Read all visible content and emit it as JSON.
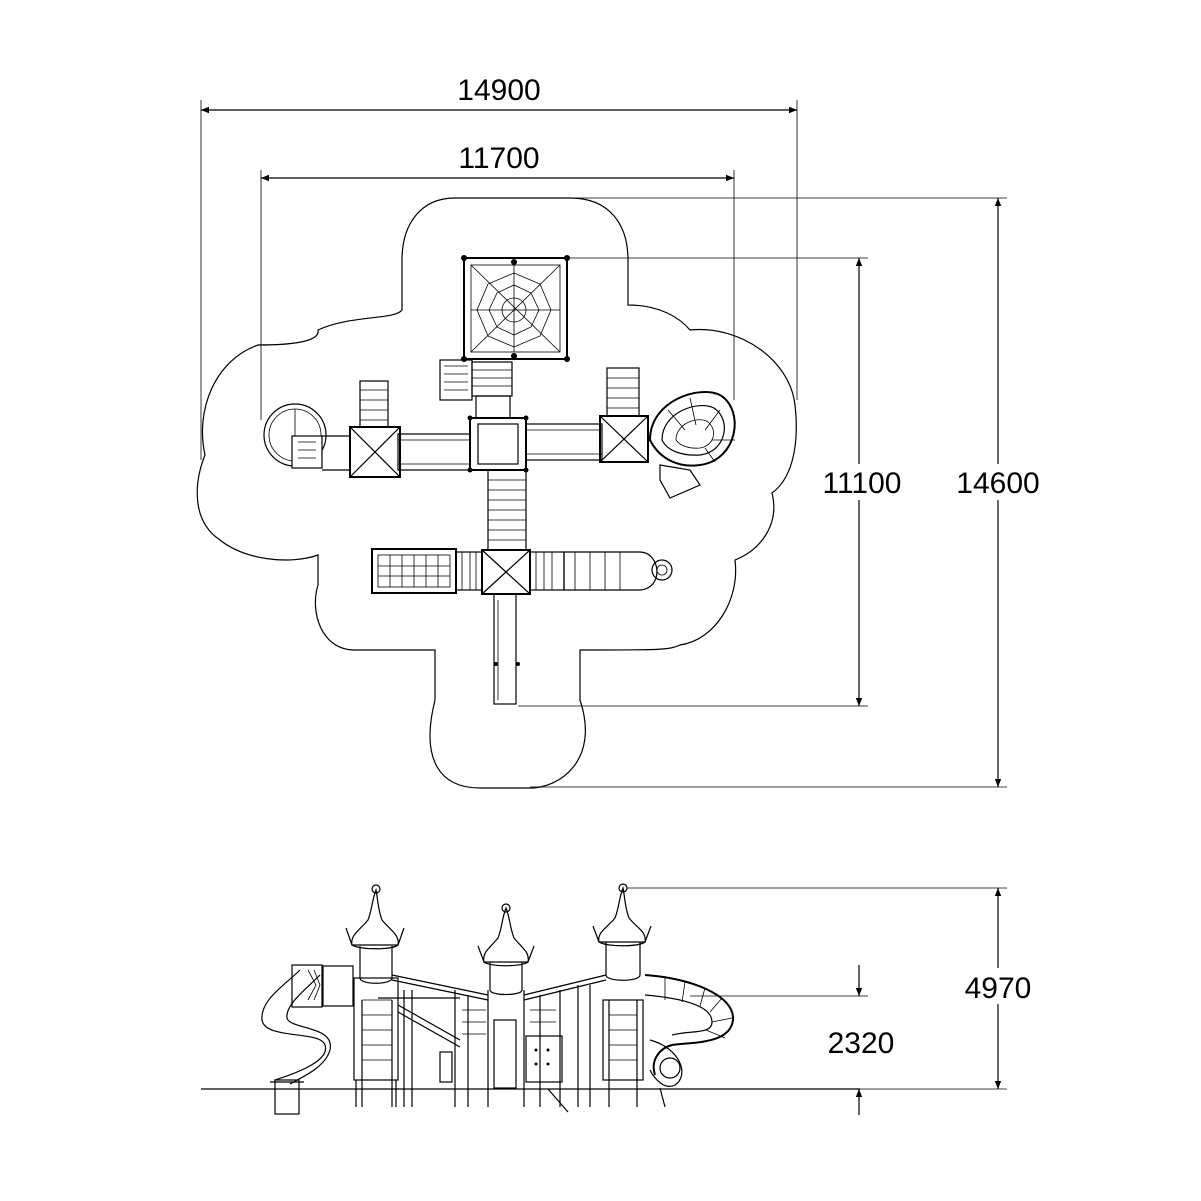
{
  "dimensions": {
    "plan_total_width": "14900",
    "plan_structure_width": "11700",
    "plan_structure_depth": "11100",
    "plan_total_depth": "14600",
    "elevation_total_height": "4970",
    "elevation_platform_height": "2320"
  },
  "colors": {
    "line": "#000000",
    "background": "#ffffff"
  }
}
